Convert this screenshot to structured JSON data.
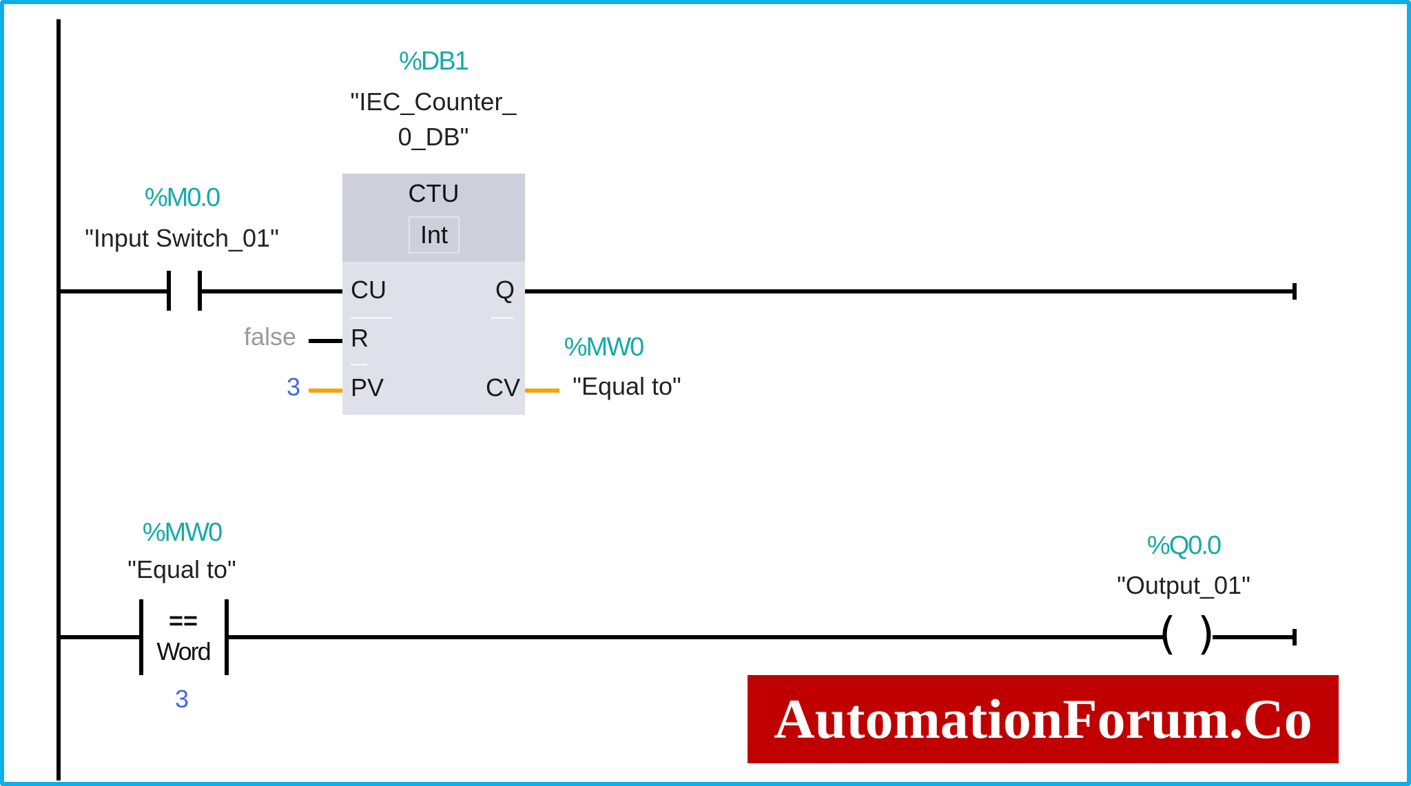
{
  "diagram": {
    "type": "ladder-logic",
    "colors": {
      "frame": "#10aee8",
      "address": "#17a9a9",
      "constant_numeric": "#4169e1",
      "constant_bool": "#9a9a9a",
      "int_wire": "#f5a300",
      "block_fill": "#dfe0ea",
      "block_header": "#cdcfdb",
      "banner_bg": "#c00000",
      "banner_text": "#ffffff"
    },
    "network1": {
      "contact": {
        "address": "%M0.0",
        "symbol": "\"Input Switch_01\"",
        "type": "normally-open"
      },
      "counter_block": {
        "instance_address": "%DB1",
        "instance_symbol_line1": "\"IEC_Counter_",
        "instance_symbol_line2": "0_DB\"",
        "name": "CTU",
        "data_type": "Int",
        "pins": {
          "cu": "CU",
          "r": "R",
          "pv": "PV",
          "q": "Q",
          "cv": "CV"
        },
        "r_value": "false",
        "pv_value": "3",
        "cv_address": "%MW0",
        "cv_symbol": "\"Equal to\""
      }
    },
    "network2": {
      "comparator": {
        "address": "%MW0",
        "symbol": "\"Equal to\"",
        "operator": "==",
        "data_type": "Word",
        "compare_value": "3"
      },
      "coil": {
        "address": "%Q0.0",
        "symbol": "\"Output_01\"",
        "left_paren": "(",
        "right_paren": ")"
      }
    }
  },
  "watermark": {
    "text": "AutomationForum.Co"
  }
}
